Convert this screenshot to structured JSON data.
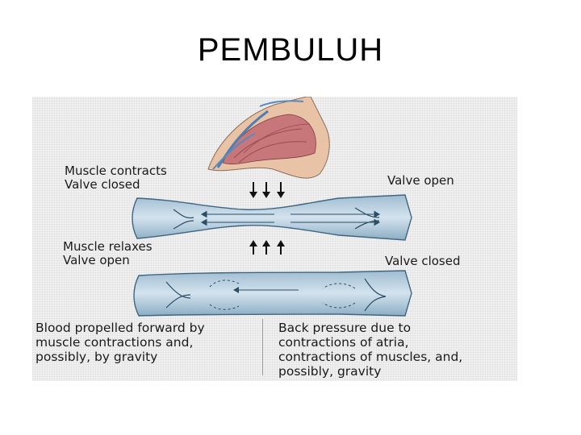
{
  "slide": {
    "title": "PEMBULUH"
  },
  "diagram": {
    "top_left_label": [
      "Muscle contracts",
      "Valve closed"
    ],
    "top_right_label": "Valve open",
    "middle_left_label": [
      "Muscle relaxes",
      "Valve open"
    ],
    "middle_right_label": "Valve closed",
    "caption_left": [
      "Blood propelled forward by",
      "muscle contractions and,",
      "possibly, by gravity"
    ],
    "caption_right": [
      "Back pressure due to",
      "contractions of atria,",
      "contractions of muscles, and,",
      "possibly, gravity"
    ]
  }
}
